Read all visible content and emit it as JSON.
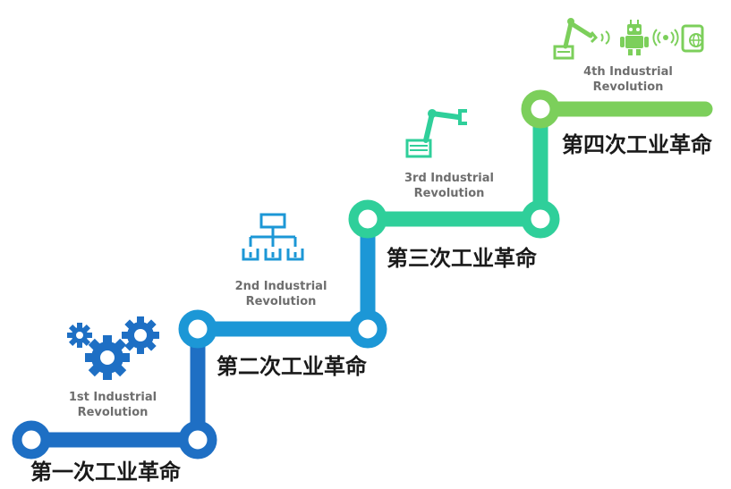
{
  "steps": [
    {
      "en_line1": "1st Industrial",
      "en_line2": "Revolution",
      "cn": "第一次工业革命",
      "icon": "gears-icon",
      "color": "#1e6fc4"
    },
    {
      "en_line1": "2nd Industrial",
      "en_line2": "Revolution",
      "cn": "第二次工业革命",
      "icon": "flowchart-icon",
      "color": "#1c97d6"
    },
    {
      "en_line1": "3rd Industrial",
      "en_line2": "Revolution",
      "cn": "第三次工业革命",
      "icon": "robotic-arm-icon",
      "color": "#2fcf9a"
    },
    {
      "en_line1": "4th Industrial",
      "en_line2": "Revolution",
      "cn": "第四次工业革命",
      "icon": "iot-robot-icons",
      "color": "#7ccf5b"
    }
  ]
}
